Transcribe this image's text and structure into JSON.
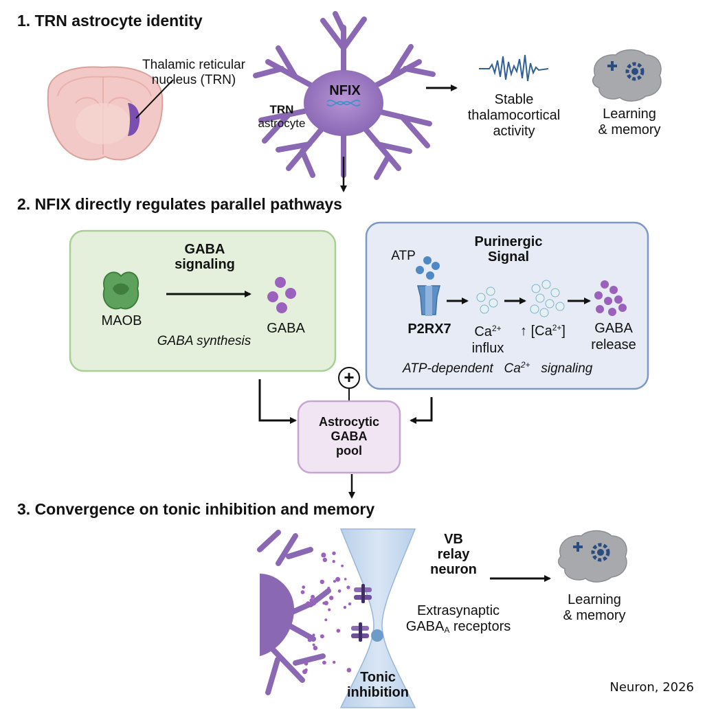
{
  "sections": {
    "s1_title": "1. TRN astrocyte identity",
    "s2_title": "2. NFIX directly regulates parallel pathways",
    "s3_title": "3. Convergence on tonic inhibition and memory"
  },
  "s1": {
    "trn_label_line1": "Thalamic reticular",
    "trn_label_line2": "nucleus (TRN)",
    "nfix": "NFIX",
    "astro_line1": "TRN",
    "astro_line2": "astrocyte",
    "stable_line1": "Stable",
    "stable_line2": "thalamocortical",
    "stable_line3": "activity",
    "learn_line1": "Learning",
    "learn_line2": "& memory"
  },
  "gaba_box": {
    "title_line1": "GABA",
    "title_line2": "signaling",
    "maob": "MAOB",
    "gaba": "GABA",
    "caption": "GABA synthesis"
  },
  "puri_box": {
    "title_line1": "Purinergic",
    "title_line2": "Signal",
    "atp": "ATP",
    "p2rx7": "P2RX7",
    "ca": "Ca",
    "ca_sup": "2+",
    "influx": "influx",
    "up": "↑ [Ca",
    "up_sup": "2+",
    "up_end": "]",
    "release_line1": "GABA",
    "release_line2": "release",
    "caption_a": "ATP-dependent",
    "caption_b": "Ca",
    "caption_sup": "2+",
    "caption_c": "signaling"
  },
  "pool": {
    "line1": "Astrocytic",
    "line2": "GABA",
    "line3": "pool",
    "plus": "+"
  },
  "s3": {
    "vb_line1": "VB",
    "vb_line2": "relay",
    "vb_line3": "neuron",
    "extra_line1": "Extrasynaptic",
    "extra_gaba": "GABA",
    "extra_sub": "A",
    "extra_rest": " receptors",
    "tonic_line1": "Tonic",
    "tonic_line2": "inhibition",
    "learn_line1": "Learning",
    "learn_line2": "& memory"
  },
  "citation": "Neuron, 2026",
  "colors": {
    "purple": "#8a68b4",
    "purple_dark": "#6d4f9a",
    "green_box": "#e4f0dc",
    "green_border": "#a9cf96",
    "blue_box": "#e6ebf5",
    "blue_border": "#7d98c4",
    "pool_fill": "#f1e5f4",
    "pool_border": "#c7a5d2",
    "atp_blue": "#4f89c5",
    "gaba_purple": "#9a62bd",
    "brain_grey": "#a7a9ac",
    "brain_blue": "#2b4c7e"
  }
}
